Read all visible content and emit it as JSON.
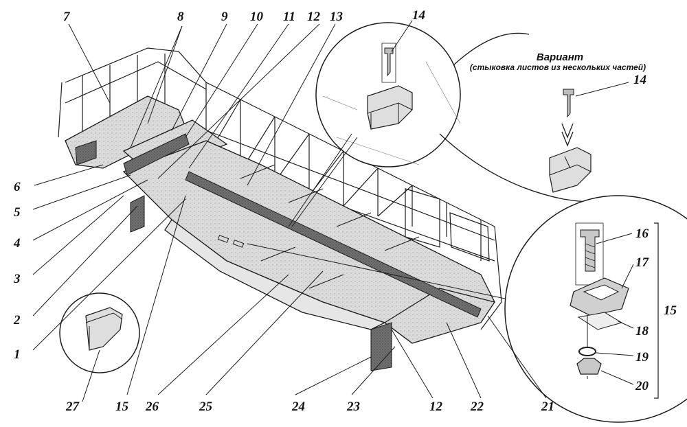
{
  "caption": {
    "title": "Вариант",
    "subtitle": "(стыковка листов из нескольких частей)"
  },
  "callouts": {
    "n1": "1",
    "n2": "2",
    "n3": "3",
    "n4": "4",
    "n5": "5",
    "n6": "6",
    "n7": "7",
    "n8": "8",
    "n9": "9",
    "n10": "10",
    "n11": "11",
    "n12a": "12",
    "n12b": "12",
    "n13": "13",
    "n14a": "14",
    "n14b": "14",
    "n15a": "15",
    "n15b": "15",
    "n16": "16",
    "n17": "17",
    "n18": "18",
    "n19": "19",
    "n20": "20",
    "n21": "21",
    "n22": "22",
    "n23": "23",
    "n24": "24",
    "n25": "25",
    "n26": "26",
    "n27": "27"
  },
  "colors": {
    "ink": "#1a1a1a",
    "floor": "#d9d9d9",
    "dark_panel": "#6e6e6e",
    "hatch": "#9a9a9a"
  }
}
